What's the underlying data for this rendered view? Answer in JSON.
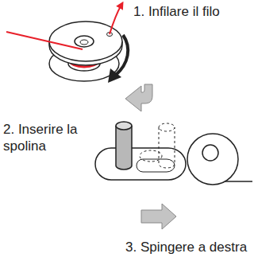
{
  "diagram": {
    "labels": [
      "1. Infilare il filo",
      "2. Inserire la spolina",
      "3. Spingere a destra"
    ]
  }
}
